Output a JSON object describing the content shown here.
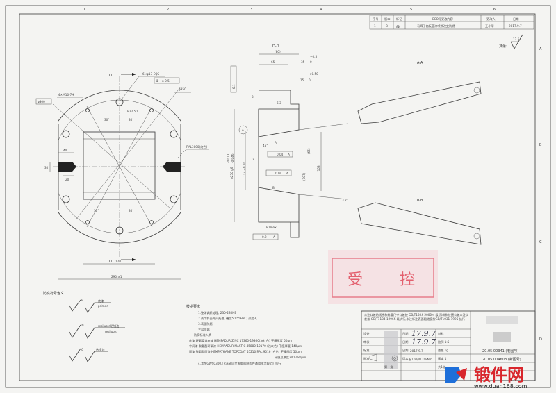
{
  "frame": {
    "zone_numbers": [
      "1",
      "2",
      "3",
      "4",
      "5",
      "6"
    ],
    "zone_letters": [
      "A",
      "B",
      "C",
      "D"
    ]
  },
  "revision_block": {
    "headers": [
      "序号",
      "版本",
      "标记",
      "ECO号更改内容",
      "更改人",
      "日期"
    ],
    "row": [
      "1",
      "B",
      "@",
      "马蹄子齿板蓝漆喷涂改变防锈",
      "王小军",
      "2017.9.7"
    ]
  },
  "surface_finish_rest": {
    "label": "其余:",
    "value": "12.5"
  },
  "front_view": {
    "section_mark": "D",
    "labels": {
      "holes_6": "6×φ17 EQS",
      "position_tol": "φ 0.5",
      "dia_350": "φ350",
      "dia_300": "φ300",
      "threads": "4×M10-7H",
      "r_pcd": "R22.50",
      "angle_30": "30°",
      "ral": "RAL3000(红色)",
      "dim_40": "40",
      "dim_20": "20",
      "dim_30": "30",
      "dim_170": "170",
      "dim_290": "290 ±1"
    }
  },
  "section_view": {
    "title": "D-D",
    "labels": {
      "dim_80": "(80)",
      "dim_65": "65",
      "dim_35": "35",
      "tol_05": "+0.5",
      "tol_0": "0",
      "tol_050": "+0.50",
      "dim_15": "15",
      "dim_3": "3",
      "dim_2": "2",
      "dim_117": "117 ±0.10",
      "dia_250": "φ250 g6",
      "dia_tol_hi": "-0.017",
      "dia_tol_lo": "-0.046",
      "dim_153": "(153)",
      "dim_107": "(107)",
      "dim_65b": "(65)",
      "runout": "0.04",
      "datum": "A",
      "rmax": "R1max",
      "flat_tol": "0.2",
      "conc_tol": "0.1",
      "rough_63": "6.3",
      "rough_32": "3.2",
      "angle_45": "45°",
      "cut_a": "A",
      "cut_b": "B"
    }
  },
  "aux_views": {
    "aa": "A-A",
    "bb": "B-B"
  },
  "legend": {
    "title": "防腐符号含义",
    "items": [
      {
        "symbol": "P",
        "text": "底漆",
        "sub": "primed"
      },
      {
        "symbol": "①",
        "text": "resiluold防锈油",
        "sub": "resiluold"
      },
      {
        "symbol": "G",
        "text": "热喷锌",
        "sub": ""
      }
    ]
  },
  "tech_requirements": {
    "title": "技术要求",
    "lines": [
      "1.整体调质处理, 230-280HB",
      "2.两个斜面淬火处理, 硬度50-55HRC, 深度3。",
      "3.表面防腐,",
      "三层防腐",
      "防腐标准入牌",
      "底漆  环氧富锌底漆 HEMPADUR ZINC 17360-19360(灰红色)   干膜厚度 50μm",
      "中间漆 聚氨酯环氧漆 HEMPADUR MASTIC 45880-12170 (浅灰色) 干膜厚度 140μm",
      "面漆  聚氨酯面漆  HEMPATHANE TOPCOAT 55210 RAL 9016 (白色)  干膜厚度 50μm",
      "干膜总厚度240-480μm",
      "4.其余GWS03003《永磁同步发电机结构件通用技术规范》执行"
    ]
  },
  "title_block": {
    "note": "未注公差的线性和角度尺寸公差按 GB/T1804-2000m 级;形状和位置公差未注公差按 GB/T1184-1996K 级执行,未注标注表面粗糙度按GB/T1031-1995 执行",
    "rows": [
      {
        "label": "设计",
        "mid_label": "日期",
        "date": "17.9.7",
        "right": "材料"
      },
      {
        "label": "审核",
        "mid_label": "日期",
        "date": "17.9.7",
        "right": "比例 1:5"
      },
      {
        "label": "标准",
        "mid_label": "日期",
        "date": "2017.9.7",
        "right": "重量 kg"
      },
      {
        "label": "批准",
        "mid_label": "版本",
        "date": "板100/4120kNm",
        "right": "版本 1"
      }
    ],
    "old_no": "20.05.00341 (老图号)",
    "new_no": "20.05.00460B (新图号)",
    "projection_label": "第一角",
    "sheet_label": "共1张"
  },
  "stamp": {
    "text1": "受",
    "text2": "控"
  },
  "watermark": {
    "brand": "锻件网",
    "url": "www.duan168.com"
  },
  "colors": {
    "stamp": "#e04a5a",
    "logo_red": "#d8262c",
    "logo_blue": "#1e6fd9",
    "fill_dark": "#222222"
  }
}
